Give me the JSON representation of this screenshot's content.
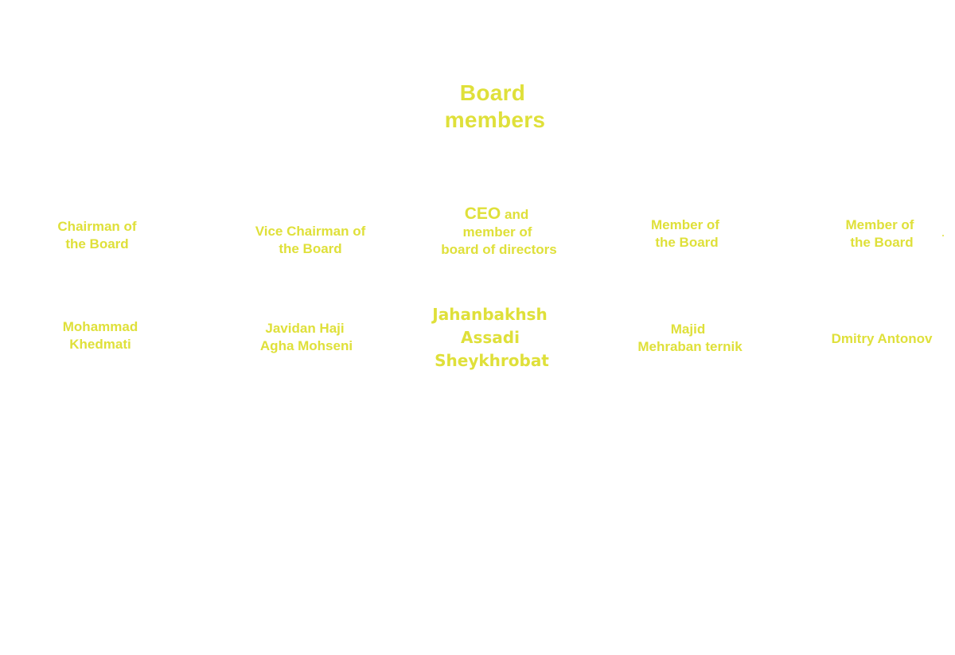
{
  "heading": {
    "line1": "Board",
    "line2": "members"
  },
  "members": [
    {
      "role_line1": "Chairman of",
      "role_line2": "the Board",
      "name_line1": "Mohammad",
      "name_line2": "Khedmati"
    },
    {
      "role_line1": "Vice Chairman of",
      "role_line2": "the Board",
      "name_line1": "Javidan Haji",
      "name_line2": "Agha Mohseni"
    },
    {
      "role_part1": "CEO",
      "role_part2": "and",
      "role_line2": "member of",
      "role_line3": "board of directors",
      "name_line1": "Jahanbakhsh",
      "name_line2": "Assadi",
      "name_line3": "Sheykhrobat"
    },
    {
      "role_line1": "Member of",
      "role_line2": "the Board",
      "name_line1": "Majid",
      "name_line2": "Mehraban ternik"
    },
    {
      "role_line1": "Member of",
      "role_line2": "the Board",
      "name_line1": "Dmitry Antonov"
    }
  ],
  "colors": {
    "text": "#dfe03a",
    "background": "#ffffff"
  }
}
